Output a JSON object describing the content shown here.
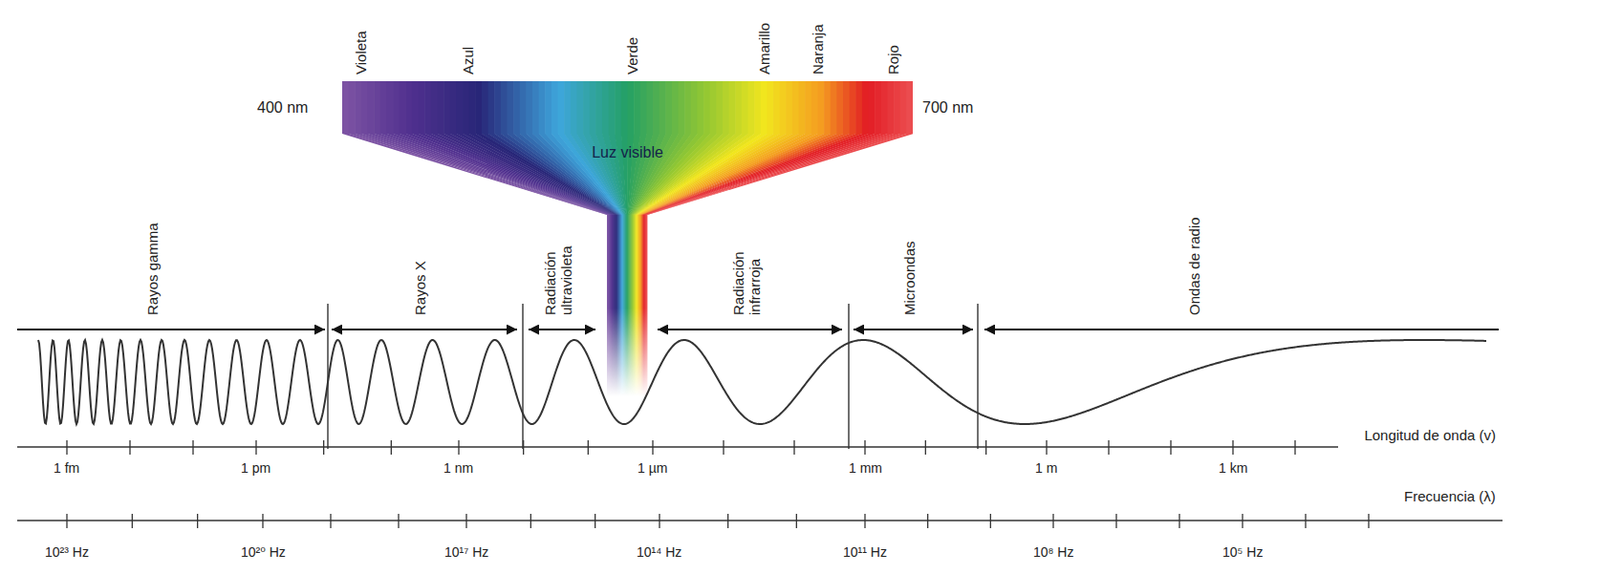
{
  "diagram": {
    "nodes": [
      {
        "text": [
          "Luz visible"
        ]
      }
    ],
    "labels": [
      "Violeta",
      "Azul",
      "Verde",
      "Amarillo",
      "Naranja",
      "Rojo",
      "400 nm",
      "700 nm",
      "Rayos gamma",
      "Rayos X",
      "Radiación ultravioleta",
      "Radiación infrarroja",
      "Microondas",
      "Ondas de radio",
      "Longitud de onda (v)",
      "1 fm",
      "1 pm",
      "1 nm",
      "1 µm",
      "1 mm",
      "1 m",
      "1 km",
      "Frecuencia (λ)",
      "10²³ Hz",
      "10²⁰ Hz",
      "10¹⁷ Hz",
      "10¹⁴ Hz",
      "10¹¹ Hz",
      "10⁸ Hz",
      "10⁵ Hz"
    ]
  }
}
